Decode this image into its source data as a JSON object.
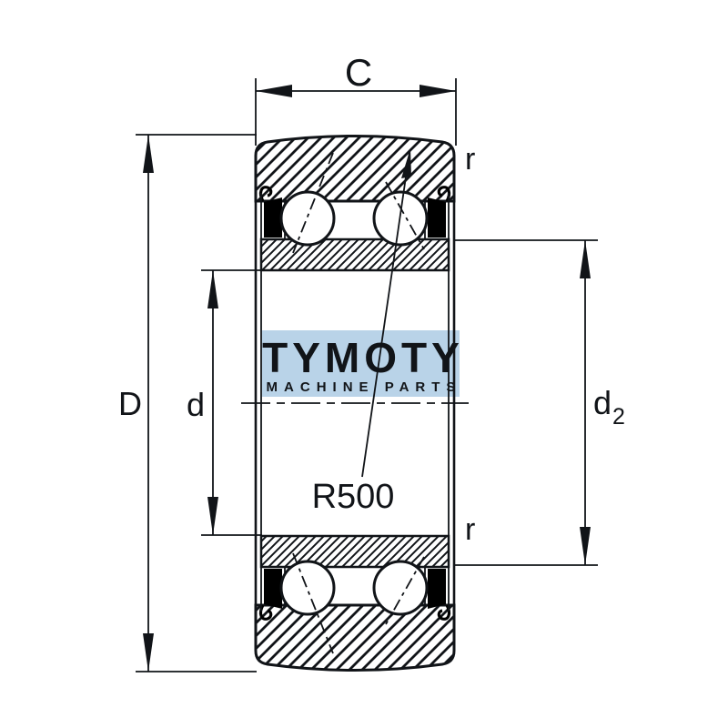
{
  "drawing": {
    "title": "track-roller-bearing-cross-section",
    "dimensions": {
      "width_label": "C",
      "outer_diameter_label": "D",
      "bore_diameter_label": "d",
      "shoulder_diameter_label": "d",
      "shoulder_diameter_subscript": "2",
      "corner_radius_top_label": "r",
      "corner_radius_bottom_label": "r",
      "crown_radius_label": "R500"
    },
    "watermark": {
      "brand": "TYMOTY",
      "tagline": "MACHINE PARTS",
      "background_color": "#b9d3e8",
      "text_color": "#ffffff"
    },
    "colors": {
      "line": "#111418",
      "background": "#ffffff",
      "seal": "#000000"
    }
  }
}
